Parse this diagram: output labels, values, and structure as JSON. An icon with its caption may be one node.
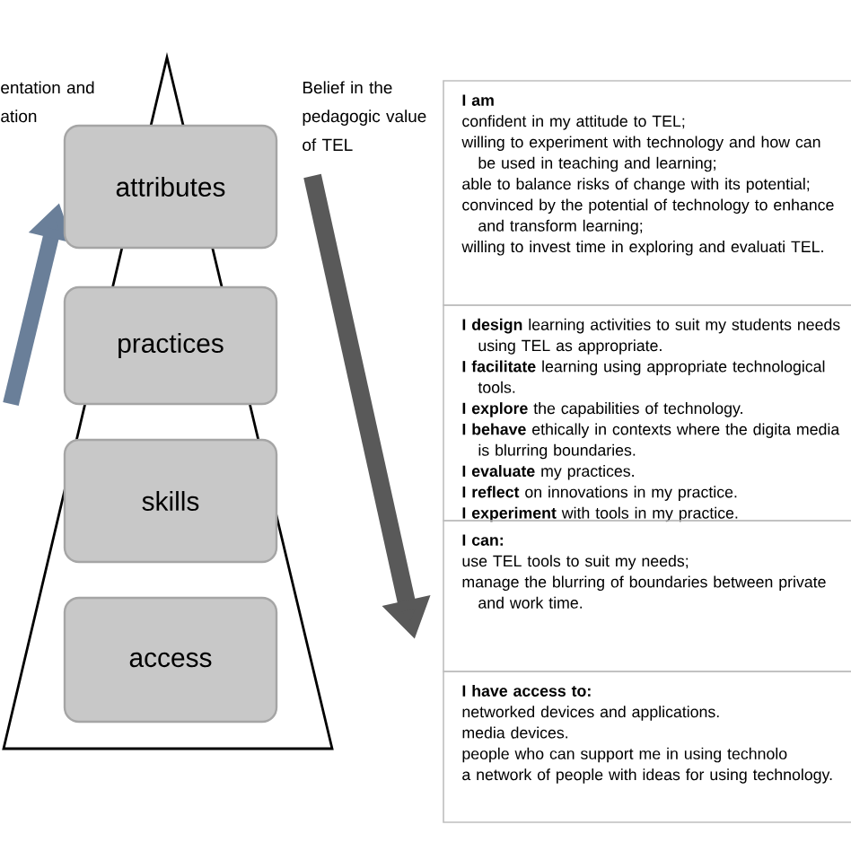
{
  "diagram": {
    "nodes": [
      {
        "text": [
          "attributes"
        ]
      },
      {
        "text": [
          "practices"
        ]
      },
      {
        "text": [
          "skills"
        ]
      },
      {
        "text": [
          "access"
        ]
      },
      {
        "text": [
          "I am",
          "confident in my attitude to TEL;",
          "willing to experiment with technology and how can be used in teaching and learning;",
          "able to balance risks of change with its potential;",
          "convinced by the potential of technology to enhance and transform learning;",
          "willing to invest time in exploring and evaluati TEL."
        ]
      },
      {
        "text": [
          "**I design** learning activities to suit my students needs using TEL as appropriate.",
          "**I facilitate** learning using appropriate technological tools.",
          "**I explore** the capabilities of technology.",
          "**I behave** ethically in contexts where the digita media is blurring boundaries.",
          "**I evaluate** my practices.",
          "**I reflect** on innovations in my practice.",
          "**I experiment** with tools in my practice."
        ]
      },
      {
        "text": [
          "**I can**:",
          "use TEL tools to suit my needs;",
          "manage the blurring of boundaries between private and work time."
        ]
      },
      {
        "text": [
          "I have access to:",
          "networked devices and applications.",
          "media devices.",
          "people who can support me in using technolo",
          "a network of people with ideas for using technology."
        ]
      }
    ],
    "labels": [
      "entation and ation",
      "Belief in the pedagogic value of TEL"
    ]
  }
}
